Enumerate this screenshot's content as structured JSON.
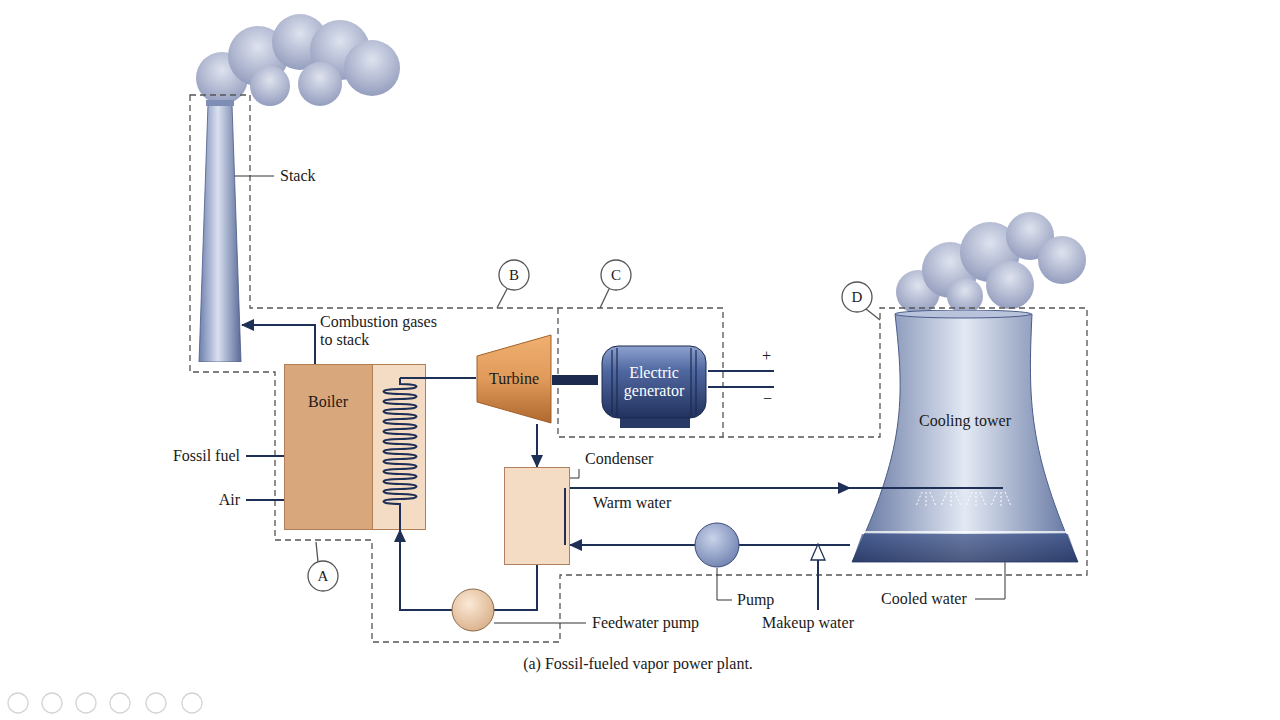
{
  "diagram": {
    "caption": "(a) Fossil-fueled vapor power plant.",
    "nodes": [
      {
        "text": [
          "Stack"
        ]
      },
      {
        "text": [
          "Boiler"
        ]
      },
      {
        "text": [
          "Turbine"
        ]
      },
      {
        "text": [
          "Electric generator"
        ]
      },
      {
        "text": [
          "Condenser"
        ]
      },
      {
        "text": [
          "Cooling tower"
        ]
      }
    ],
    "edges": [
      {
        "from": 1,
        "to": 0,
        "arrow": "to",
        "label": "Combustion gases to stack"
      },
      {
        "from": 1,
        "to": 2,
        "arrow": "none"
      },
      {
        "from": 2,
        "to": 3,
        "arrow": "none"
      },
      {
        "from": 2,
        "to": 4,
        "arrow": "to"
      },
      {
        "from": 4,
        "to": 5,
        "arrow": "to",
        "label": "Warm water"
      },
      {
        "from": 5,
        "to": 4,
        "arrow": "to"
      },
      {
        "from": 4,
        "to": 1,
        "arrow": "to"
      }
    ],
    "labels": [
      "A",
      "B",
      "C",
      "D",
      "Fossil fuel",
      "Air",
      "+",
      "−",
      "Feedwater pump",
      "Pump",
      "Makeup water",
      "Cooled water"
    ]
  }
}
